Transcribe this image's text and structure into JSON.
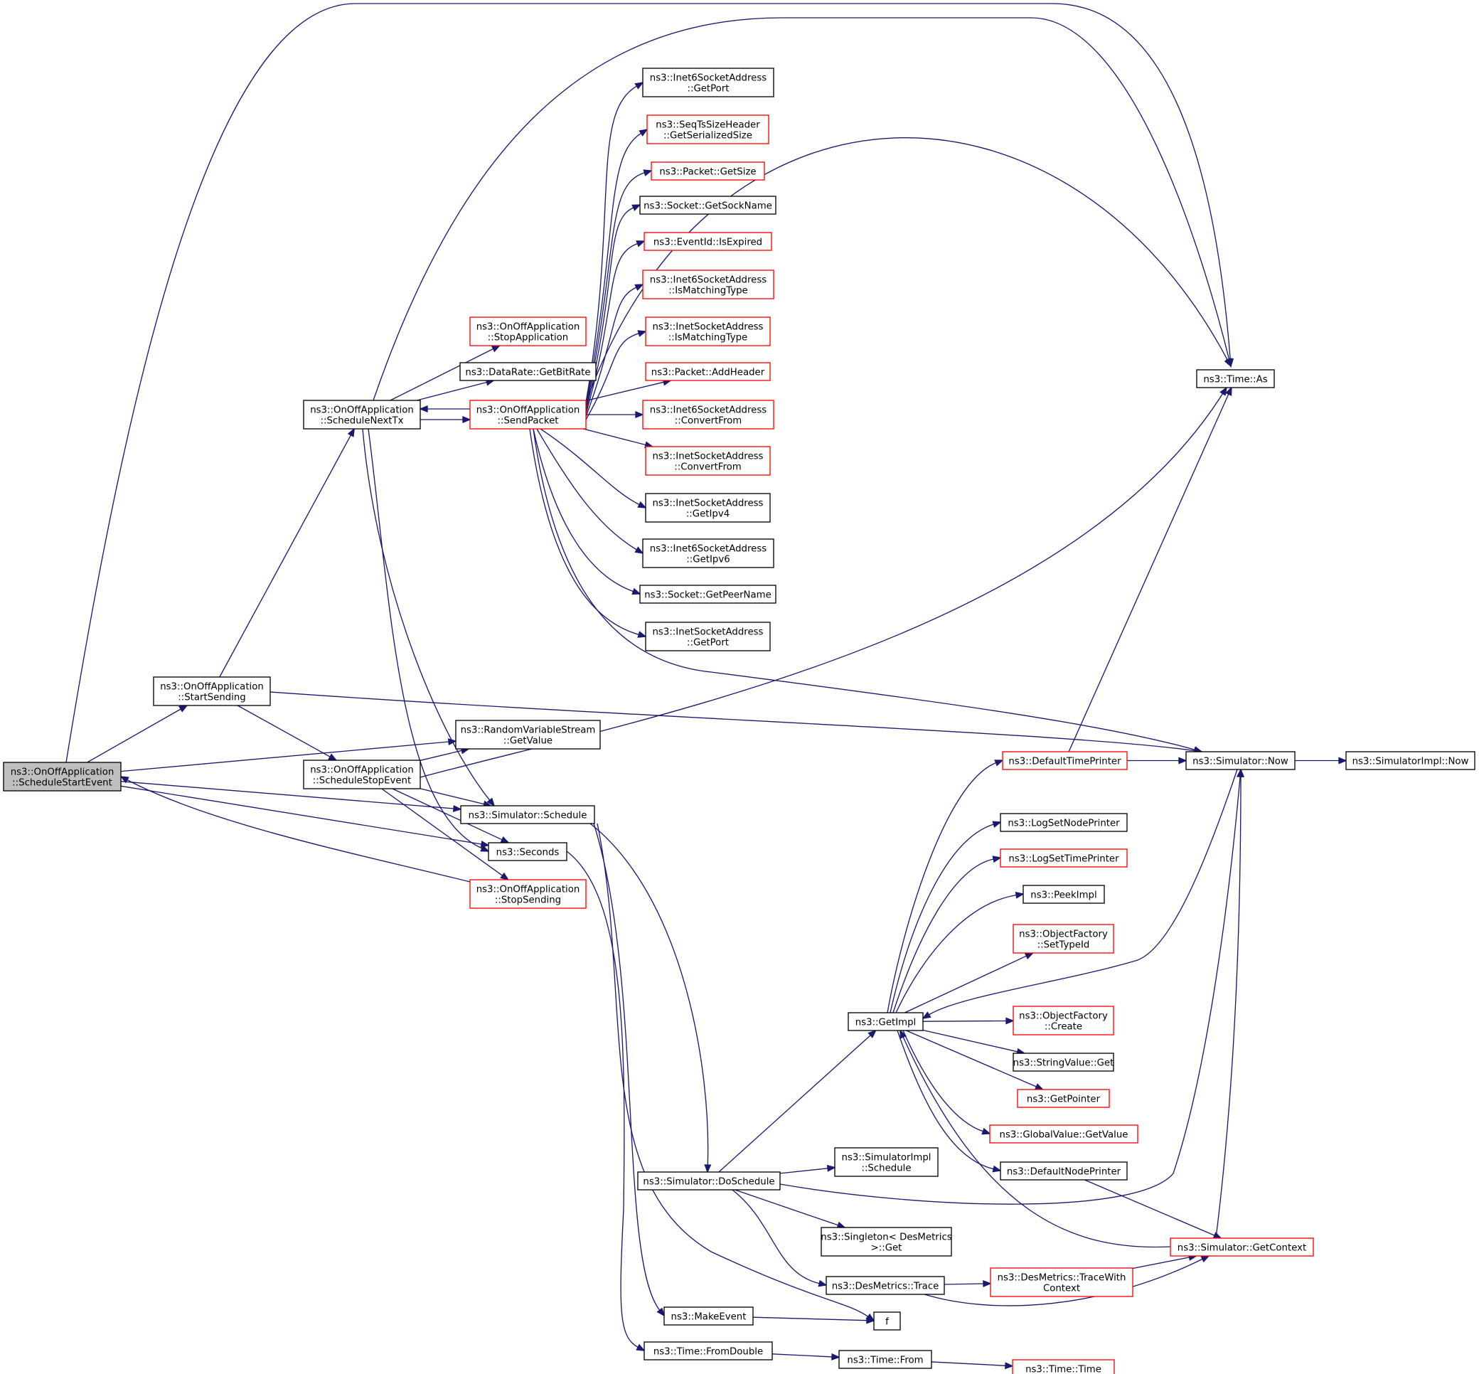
{
  "diagram": {
    "kind": "call-graph",
    "nodes": [
      {
        "id": "root",
        "lines": [
          "ns3::OnOffApplication",
          "::ScheduleStartEvent"
        ],
        "style": "root"
      },
      {
        "id": "startSending",
        "lines": [
          "ns3::OnOffApplication",
          "::StartSending"
        ],
        "style": "black"
      },
      {
        "id": "scheduleNextTx",
        "lines": [
          "ns3::OnOffApplication",
          "::ScheduleNextTx"
        ],
        "style": "black"
      },
      {
        "id": "scheduleStopEvent",
        "lines": [
          "ns3::OnOffApplication",
          "::ScheduleStopEvent"
        ],
        "style": "black"
      },
      {
        "id": "stopSending",
        "lines": [
          "ns3::OnOffApplication",
          "::StopSending"
        ],
        "style": "red"
      },
      {
        "id": "stopApplication",
        "lines": [
          "ns3::OnOffApplication",
          "::StopApplication"
        ],
        "style": "red"
      },
      {
        "id": "getBitRate",
        "lines": [
          "ns3::DataRate::GetBitRate"
        ],
        "style": "black"
      },
      {
        "id": "sendPacket",
        "lines": [
          "ns3::OnOffApplication",
          "::SendPacket"
        ],
        "style": "red"
      },
      {
        "id": "rvsGetValue",
        "lines": [
          "ns3::RandomVariableStream",
          "::GetValue"
        ],
        "style": "black"
      },
      {
        "id": "schedule",
        "lines": [
          "ns3::Simulator::Schedule"
        ],
        "style": "black"
      },
      {
        "id": "seconds",
        "lines": [
          "ns3::Seconds"
        ],
        "style": "black"
      },
      {
        "id": "i6GetPort",
        "lines": [
          "ns3::Inet6SocketAddress",
          "::GetPort"
        ],
        "style": "black"
      },
      {
        "id": "seqTs",
        "lines": [
          "ns3::SeqTsSizeHeader",
          "::GetSerializedSize"
        ],
        "style": "red"
      },
      {
        "id": "pktGetSize",
        "lines": [
          "ns3::Packet::GetSize"
        ],
        "style": "red"
      },
      {
        "id": "getSockName",
        "lines": [
          "ns3::Socket::GetSockName"
        ],
        "style": "black"
      },
      {
        "id": "isExpired",
        "lines": [
          "ns3::EventId::IsExpired"
        ],
        "style": "red"
      },
      {
        "id": "i6IsMatching",
        "lines": [
          "ns3::Inet6SocketAddress",
          "::IsMatchingType"
        ],
        "style": "red"
      },
      {
        "id": "iIsMatching",
        "lines": [
          "ns3::InetSocketAddress",
          "::IsMatchingType"
        ],
        "style": "red"
      },
      {
        "id": "addHeader",
        "lines": [
          "ns3::Packet::AddHeader"
        ],
        "style": "red"
      },
      {
        "id": "i6ConvertFrom",
        "lines": [
          "ns3::Inet6SocketAddress",
          "::ConvertFrom"
        ],
        "style": "red"
      },
      {
        "id": "iConvertFrom",
        "lines": [
          "ns3::InetSocketAddress",
          "::ConvertFrom"
        ],
        "style": "red"
      },
      {
        "id": "getIpv4",
        "lines": [
          "ns3::InetSocketAddress",
          "::GetIpv4"
        ],
        "style": "black"
      },
      {
        "id": "getIpv6",
        "lines": [
          "ns3::Inet6SocketAddress",
          "::GetIpv6"
        ],
        "style": "black"
      },
      {
        "id": "getPeerName",
        "lines": [
          "ns3::Socket::GetPeerName"
        ],
        "style": "black"
      },
      {
        "id": "iGetPort",
        "lines": [
          "ns3::InetSocketAddress",
          "::GetPort"
        ],
        "style": "black"
      },
      {
        "id": "timeAs",
        "lines": [
          "ns3::Time::As"
        ],
        "style": "black"
      },
      {
        "id": "simNow",
        "lines": [
          "ns3::Simulator::Now"
        ],
        "style": "black"
      },
      {
        "id": "implNow",
        "lines": [
          "ns3::SimulatorImpl::Now"
        ],
        "style": "black"
      },
      {
        "id": "defaultTimePrinter",
        "lines": [
          "ns3::DefaultTimePrinter"
        ],
        "style": "red"
      },
      {
        "id": "logSetNodePrinter",
        "lines": [
          "ns3::LogSetNodePrinter"
        ],
        "style": "black"
      },
      {
        "id": "logSetTimePrinter",
        "lines": [
          "ns3::LogSetTimePrinter"
        ],
        "style": "red"
      },
      {
        "id": "peekImpl",
        "lines": [
          "ns3::PeekImpl"
        ],
        "style": "black"
      },
      {
        "id": "setTypeId",
        "lines": [
          "ns3::ObjectFactory",
          "::SetTypeId"
        ],
        "style": "red"
      },
      {
        "id": "getImpl",
        "lines": [
          "ns3::GetImpl"
        ],
        "style": "black"
      },
      {
        "id": "ofCreate",
        "lines": [
          "ns3::ObjectFactory",
          "::Create"
        ],
        "style": "red"
      },
      {
        "id": "stringGet",
        "lines": [
          "ns3::StringValue::Get"
        ],
        "style": "black"
      },
      {
        "id": "getPointer",
        "lines": [
          "ns3::GetPointer"
        ],
        "style": "red"
      },
      {
        "id": "gvGetValue",
        "lines": [
          "ns3::GlobalValue::GetValue"
        ],
        "style": "red"
      },
      {
        "id": "defaultNodePrinter",
        "lines": [
          "ns3::DefaultNodePrinter"
        ],
        "style": "black"
      },
      {
        "id": "getContext",
        "lines": [
          "ns3::Simulator::GetContext"
        ],
        "style": "red"
      },
      {
        "id": "doSchedule",
        "lines": [
          "ns3::Simulator::DoSchedule"
        ],
        "style": "black"
      },
      {
        "id": "implSchedule",
        "lines": [
          "ns3::SimulatorImpl",
          "::Schedule"
        ],
        "style": "black"
      },
      {
        "id": "singleton",
        "lines": [
          "ns3::Singleton< DesMetrics",
          " >::Get"
        ],
        "style": "black"
      },
      {
        "id": "trace",
        "lines": [
          "ns3::DesMetrics::Trace"
        ],
        "style": "black"
      },
      {
        "id": "traceWith",
        "lines": [
          "ns3::DesMetrics::TraceWith",
          "Context"
        ],
        "style": "red"
      },
      {
        "id": "makeEvent",
        "lines": [
          "ns3::MakeEvent"
        ],
        "style": "black"
      },
      {
        "id": "f",
        "lines": [
          "f"
        ],
        "style": "black"
      },
      {
        "id": "fromDouble",
        "lines": [
          "ns3::Time::FromDouble"
        ],
        "style": "black"
      },
      {
        "id": "timeFrom",
        "lines": [
          "ns3::Time::From"
        ],
        "style": "black"
      },
      {
        "id": "timeTime",
        "lines": [
          "ns3::Time::Time"
        ],
        "style": "red"
      }
    ],
    "edges": [
      [
        "root",
        "startSending"
      ],
      [
        "root",
        "rvsGetValue"
      ],
      [
        "root",
        "schedule"
      ],
      [
        "root",
        "seconds"
      ],
      [
        "root",
        "timeAs"
      ],
      [
        "startSending",
        "scheduleNextTx"
      ],
      [
        "startSending",
        "scheduleStopEvent"
      ],
      [
        "startSending",
        "simNow"
      ],
      [
        "scheduleNextTx",
        "stopApplication"
      ],
      [
        "scheduleNextTx",
        "getBitRate"
      ],
      [
        "scheduleNextTx",
        "sendPacket"
      ],
      [
        "scheduleNextTx",
        "schedule"
      ],
      [
        "scheduleNextTx",
        "seconds"
      ],
      [
        "scheduleNextTx",
        "timeAs"
      ],
      [
        "sendPacket",
        "scheduleNextTx"
      ],
      [
        "sendPacket",
        "i6GetPort"
      ],
      [
        "sendPacket",
        "seqTs"
      ],
      [
        "sendPacket",
        "pktGetSize"
      ],
      [
        "sendPacket",
        "getSockName"
      ],
      [
        "sendPacket",
        "isExpired"
      ],
      [
        "sendPacket",
        "i6IsMatching"
      ],
      [
        "sendPacket",
        "iIsMatching"
      ],
      [
        "sendPacket",
        "addHeader"
      ],
      [
        "sendPacket",
        "i6ConvertFrom"
      ],
      [
        "sendPacket",
        "iConvertFrom"
      ],
      [
        "sendPacket",
        "getIpv4"
      ],
      [
        "sendPacket",
        "getIpv6"
      ],
      [
        "sendPacket",
        "getPeerName"
      ],
      [
        "sendPacket",
        "iGetPort"
      ],
      [
        "sendPacket",
        "simNow"
      ],
      [
        "sendPacket",
        "timeAs"
      ],
      [
        "scheduleStopEvent",
        "rvsGetValue"
      ],
      [
        "scheduleStopEvent",
        "schedule"
      ],
      [
        "scheduleStopEvent",
        "seconds"
      ],
      [
        "scheduleStopEvent",
        "stopSending"
      ],
      [
        "scheduleStopEvent",
        "timeAs"
      ],
      [
        "stopSending",
        "root"
      ],
      [
        "schedule",
        "doSchedule"
      ],
      [
        "schedule",
        "makeEvent"
      ],
      [
        "schedule",
        "f"
      ],
      [
        "seconds",
        "fromDouble"
      ],
      [
        "simNow",
        "implNow"
      ],
      [
        "defaultTimePrinter",
        "simNow"
      ],
      [
        "defaultTimePrinter",
        "timeAs"
      ],
      [
        "getImpl",
        "defaultTimePrinter"
      ],
      [
        "getImpl",
        "logSetNodePrinter"
      ],
      [
        "getImpl",
        "logSetTimePrinter"
      ],
      [
        "getImpl",
        "peekImpl"
      ],
      [
        "getImpl",
        "setTypeId"
      ],
      [
        "getImpl",
        "ofCreate"
      ],
      [
        "getImpl",
        "stringGet"
      ],
      [
        "getImpl",
        "getPointer"
      ],
      [
        "getImpl",
        "gvGetValue"
      ],
      [
        "getImpl",
        "defaultNodePrinter"
      ],
      [
        "simNow",
        "getImpl"
      ],
      [
        "defaultNodePrinter",
        "getContext"
      ],
      [
        "getContext",
        "simNow"
      ],
      [
        "getContext",
        "getImpl"
      ],
      [
        "doSchedule",
        "getImpl"
      ],
      [
        "doSchedule",
        "implSchedule"
      ],
      [
        "doSchedule",
        "singleton"
      ],
      [
        "doSchedule",
        "trace"
      ],
      [
        "doSchedule",
        "simNow"
      ],
      [
        "trace",
        "traceWith"
      ],
      [
        "trace",
        "getContext"
      ],
      [
        "traceWith",
        "getContext"
      ],
      [
        "makeEvent",
        "f"
      ],
      [
        "fromDouble",
        "timeFrom"
      ],
      [
        "timeFrom",
        "timeTime"
      ]
    ]
  }
}
